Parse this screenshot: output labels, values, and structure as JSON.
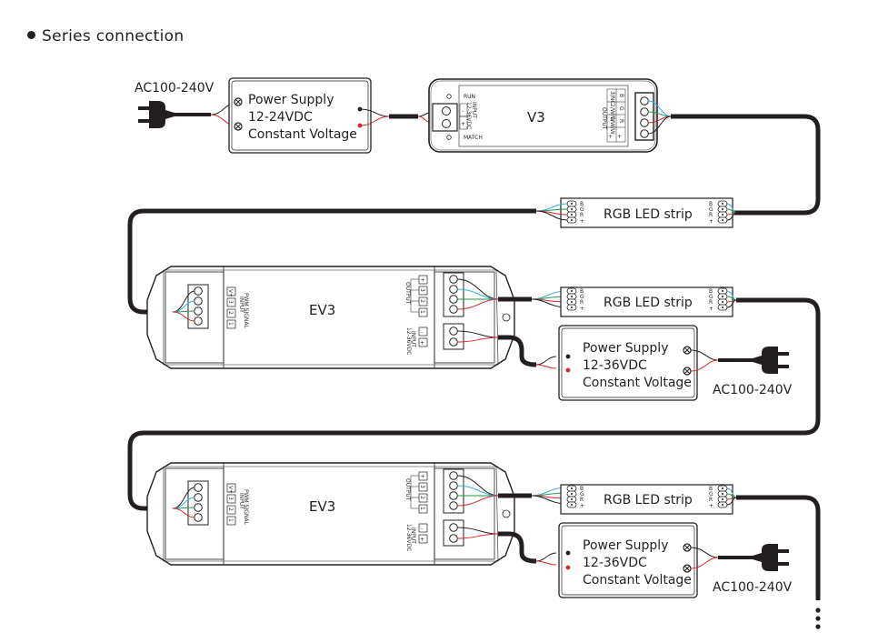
{
  "title": "Series connection",
  "colors": {
    "wire_black": "#231f20",
    "wire_red": "#d7262e",
    "wire_green": "#1f9a4a",
    "wire_blue": "#36a9e1",
    "outline": "#231f20"
  },
  "ac_source_1": {
    "label": "AC100-240V"
  },
  "power_supply_1": {
    "line1": "Power Supply",
    "line2": "12-24VDC",
    "line3": "Constant Voltage"
  },
  "v3_controller": {
    "name": "V3",
    "run_label": "RUN",
    "match_label": "MATCH",
    "input_label": "INPUT",
    "input_voltage": "12-36VDC",
    "input_minus": "-",
    "input_plus": "+",
    "output_label": "OUTPUT",
    "output_columns": [
      "1/W/W",
      "2/W/W",
      "3/NC"
    ],
    "output_channels": [
      "R",
      "G",
      "B"
    ],
    "output_plus": "+"
  },
  "led_strips": [
    {
      "label": "RGB LED strip",
      "pins": [
        "B",
        "G",
        "R",
        "+"
      ]
    },
    {
      "label": "RGB LED strip",
      "pins": [
        "B",
        "G",
        "R",
        "+"
      ]
    },
    {
      "label": "RGB LED strip",
      "pins": [
        "B",
        "G",
        "R",
        "+"
      ]
    }
  ],
  "ev3_repeaters": [
    {
      "name": "EV3",
      "input_signal_label": "INPUT",
      "pwm_label": "PWM SIGNAL",
      "signal_pins": [
        "V+",
        "3",
        "2",
        "1"
      ],
      "output_label": "OUTPUT",
      "output_pins": [
        "+",
        "3",
        "2",
        "1"
      ],
      "power_input_label": "INPUT",
      "power_input_voltage": "12-36VDC",
      "power_pins": [
        "-",
        "+"
      ]
    },
    {
      "name": "EV3",
      "input_signal_label": "INPUT",
      "pwm_label": "PWM SIGNAL",
      "signal_pins": [
        "V+",
        "3",
        "2",
        "1"
      ],
      "output_label": "OUTPUT",
      "output_pins": [
        "+",
        "3",
        "2",
        "1"
      ],
      "power_input_label": "INPUT",
      "power_input_voltage": "12-36VDC",
      "power_pins": [
        "-",
        "+"
      ]
    }
  ],
  "power_supply_2": {
    "line1": "Power Supply",
    "line2": "12-36VDC",
    "line3": "Constant Voltage"
  },
  "ac_source_2": {
    "label": "AC100-240V"
  },
  "power_supply_3": {
    "line1": "Power Supply",
    "line2": "12-36VDC",
    "line3": "Constant Voltage"
  },
  "ac_source_3": {
    "label": "AC100-240V"
  },
  "continuation": {
    "icon": "vertical-ellipsis"
  }
}
